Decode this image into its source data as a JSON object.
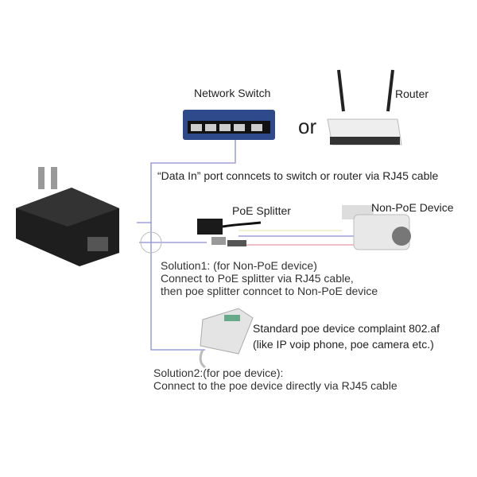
{
  "labels": {
    "switch": "Network Switch",
    "or": "or",
    "router": "Router",
    "data_in": "“Data In” port conncets to switch or router via RJ45 cable",
    "splitter": "PoE Splitter",
    "non_poe": "Non-PoE Device",
    "solution1": [
      "Solution1: (for Non-PoE device)",
      "Connect to PoE splitter via RJ45 cable,",
      "then poe splitter conncet to Non-PoE device"
    ],
    "standard": [
      "Standard poe device complaint 802.af",
      "(like IP voip phone, poe camera etc.)"
    ],
    "solution2": [
      "Solution2:(for poe device):",
      "Connect to the poe device directly via RJ45 cable"
    ]
  },
  "colors": {
    "line": "#8c8cd8",
    "switch": "#2e4a8a"
  }
}
